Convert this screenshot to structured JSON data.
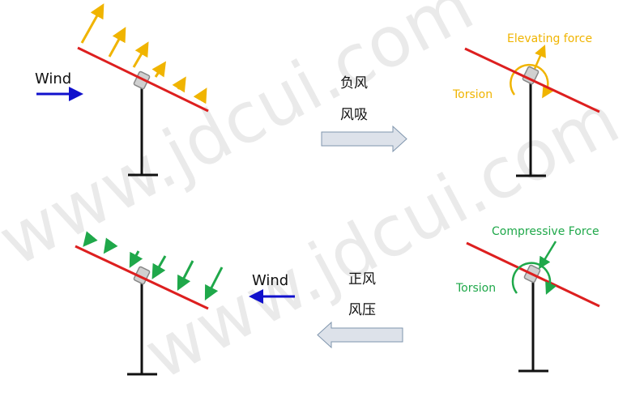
{
  "colors": {
    "panel": "#dd1f1f",
    "pole": "#111111",
    "suction": "#f0b400",
    "pressure": "#1fa84a",
    "wind": "#1010cc",
    "bracket": "#c8c8c8",
    "hollow_arrow": "#dde2ea"
  },
  "watermark": "www.jdcui.com",
  "top_left": {
    "wind_label": "Wind"
  },
  "top_middle": {
    "line1": "负风",
    "line2": "风吸"
  },
  "top_right": {
    "force_label": "Elevating force",
    "torsion_label": "Torsion"
  },
  "bottom_left": {
    "wind_label": "Wind"
  },
  "bottom_middle": {
    "line1": "正风",
    "line2": "风压"
  },
  "bottom_right": {
    "force_label": "Compressive Force",
    "torsion_label": "Torsion"
  }
}
